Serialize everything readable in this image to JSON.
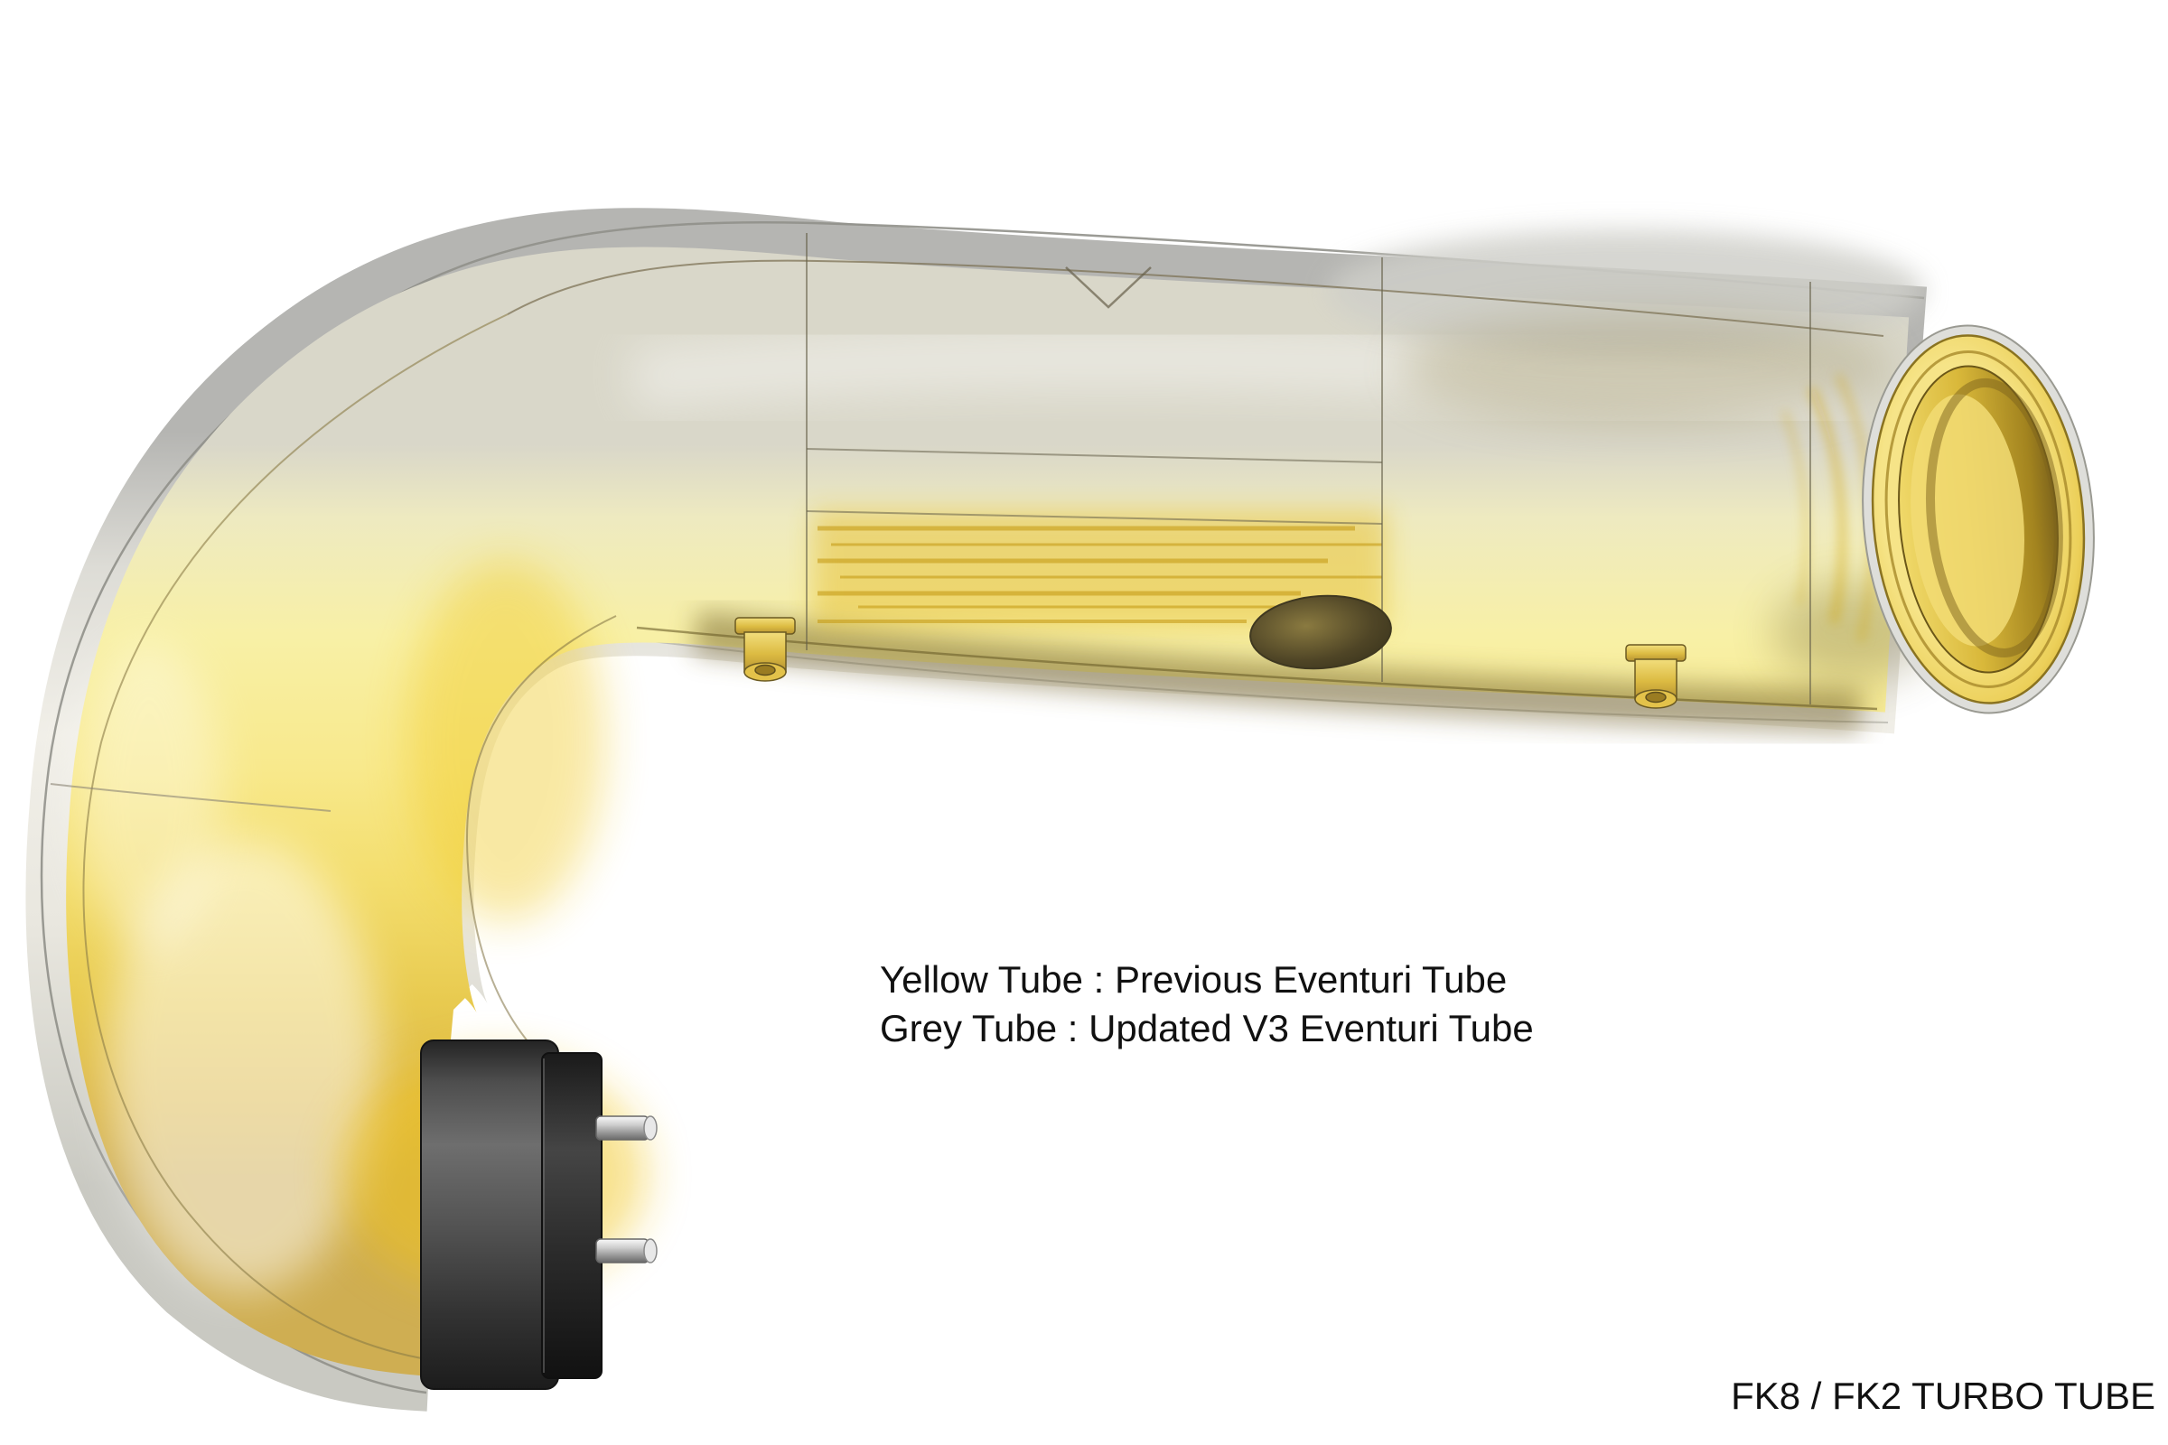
{
  "annotation": {
    "line1": "Yellow Tube : Previous Eventuri Tube",
    "line2": "Grey Tube : Updated V3 Eventuri Tube"
  },
  "caption": {
    "title": "FK8 / FK2 TURBO TUBE"
  },
  "colors": {
    "background": "#ffffff",
    "text": "#111111",
    "yellow_tube": "#f8e98c",
    "yellow_deep": "#d2ab31",
    "grey_tube": "#e9e7df",
    "flange_dark": "#3f3f3f",
    "pin_silver": "#d0d0d0"
  }
}
